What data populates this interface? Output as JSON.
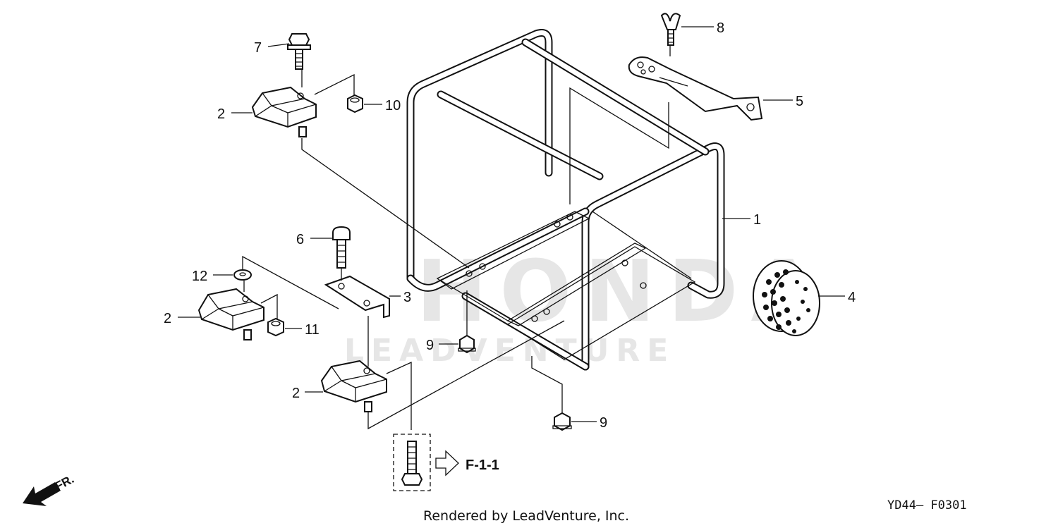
{
  "watermark": {
    "brand": "HONDA",
    "company": "LEADVENTURE"
  },
  "callouts": {
    "frame": "1",
    "mount_upper": "2",
    "mount_middle": "2",
    "mount_lower": "2",
    "bracket": "3",
    "wheel": "4",
    "strap": "5",
    "bolt_6": "6",
    "bolt_7": "7",
    "wing_bolt": "8",
    "nut_9_upper": "9",
    "nut_9_lower": "9",
    "nut_10": "10",
    "nut_11": "11",
    "washer_12": "12"
  },
  "reference": {
    "label": "F-1-1"
  },
  "front_marker": {
    "label": "FR."
  },
  "footer": {
    "credit": "Rendered by LeadVenture, Inc.",
    "diagram_code": "YD44— F0301"
  },
  "colors": {
    "ink": "#111111",
    "watermark": "#e6e6e6",
    "background": "#ffffff"
  }
}
